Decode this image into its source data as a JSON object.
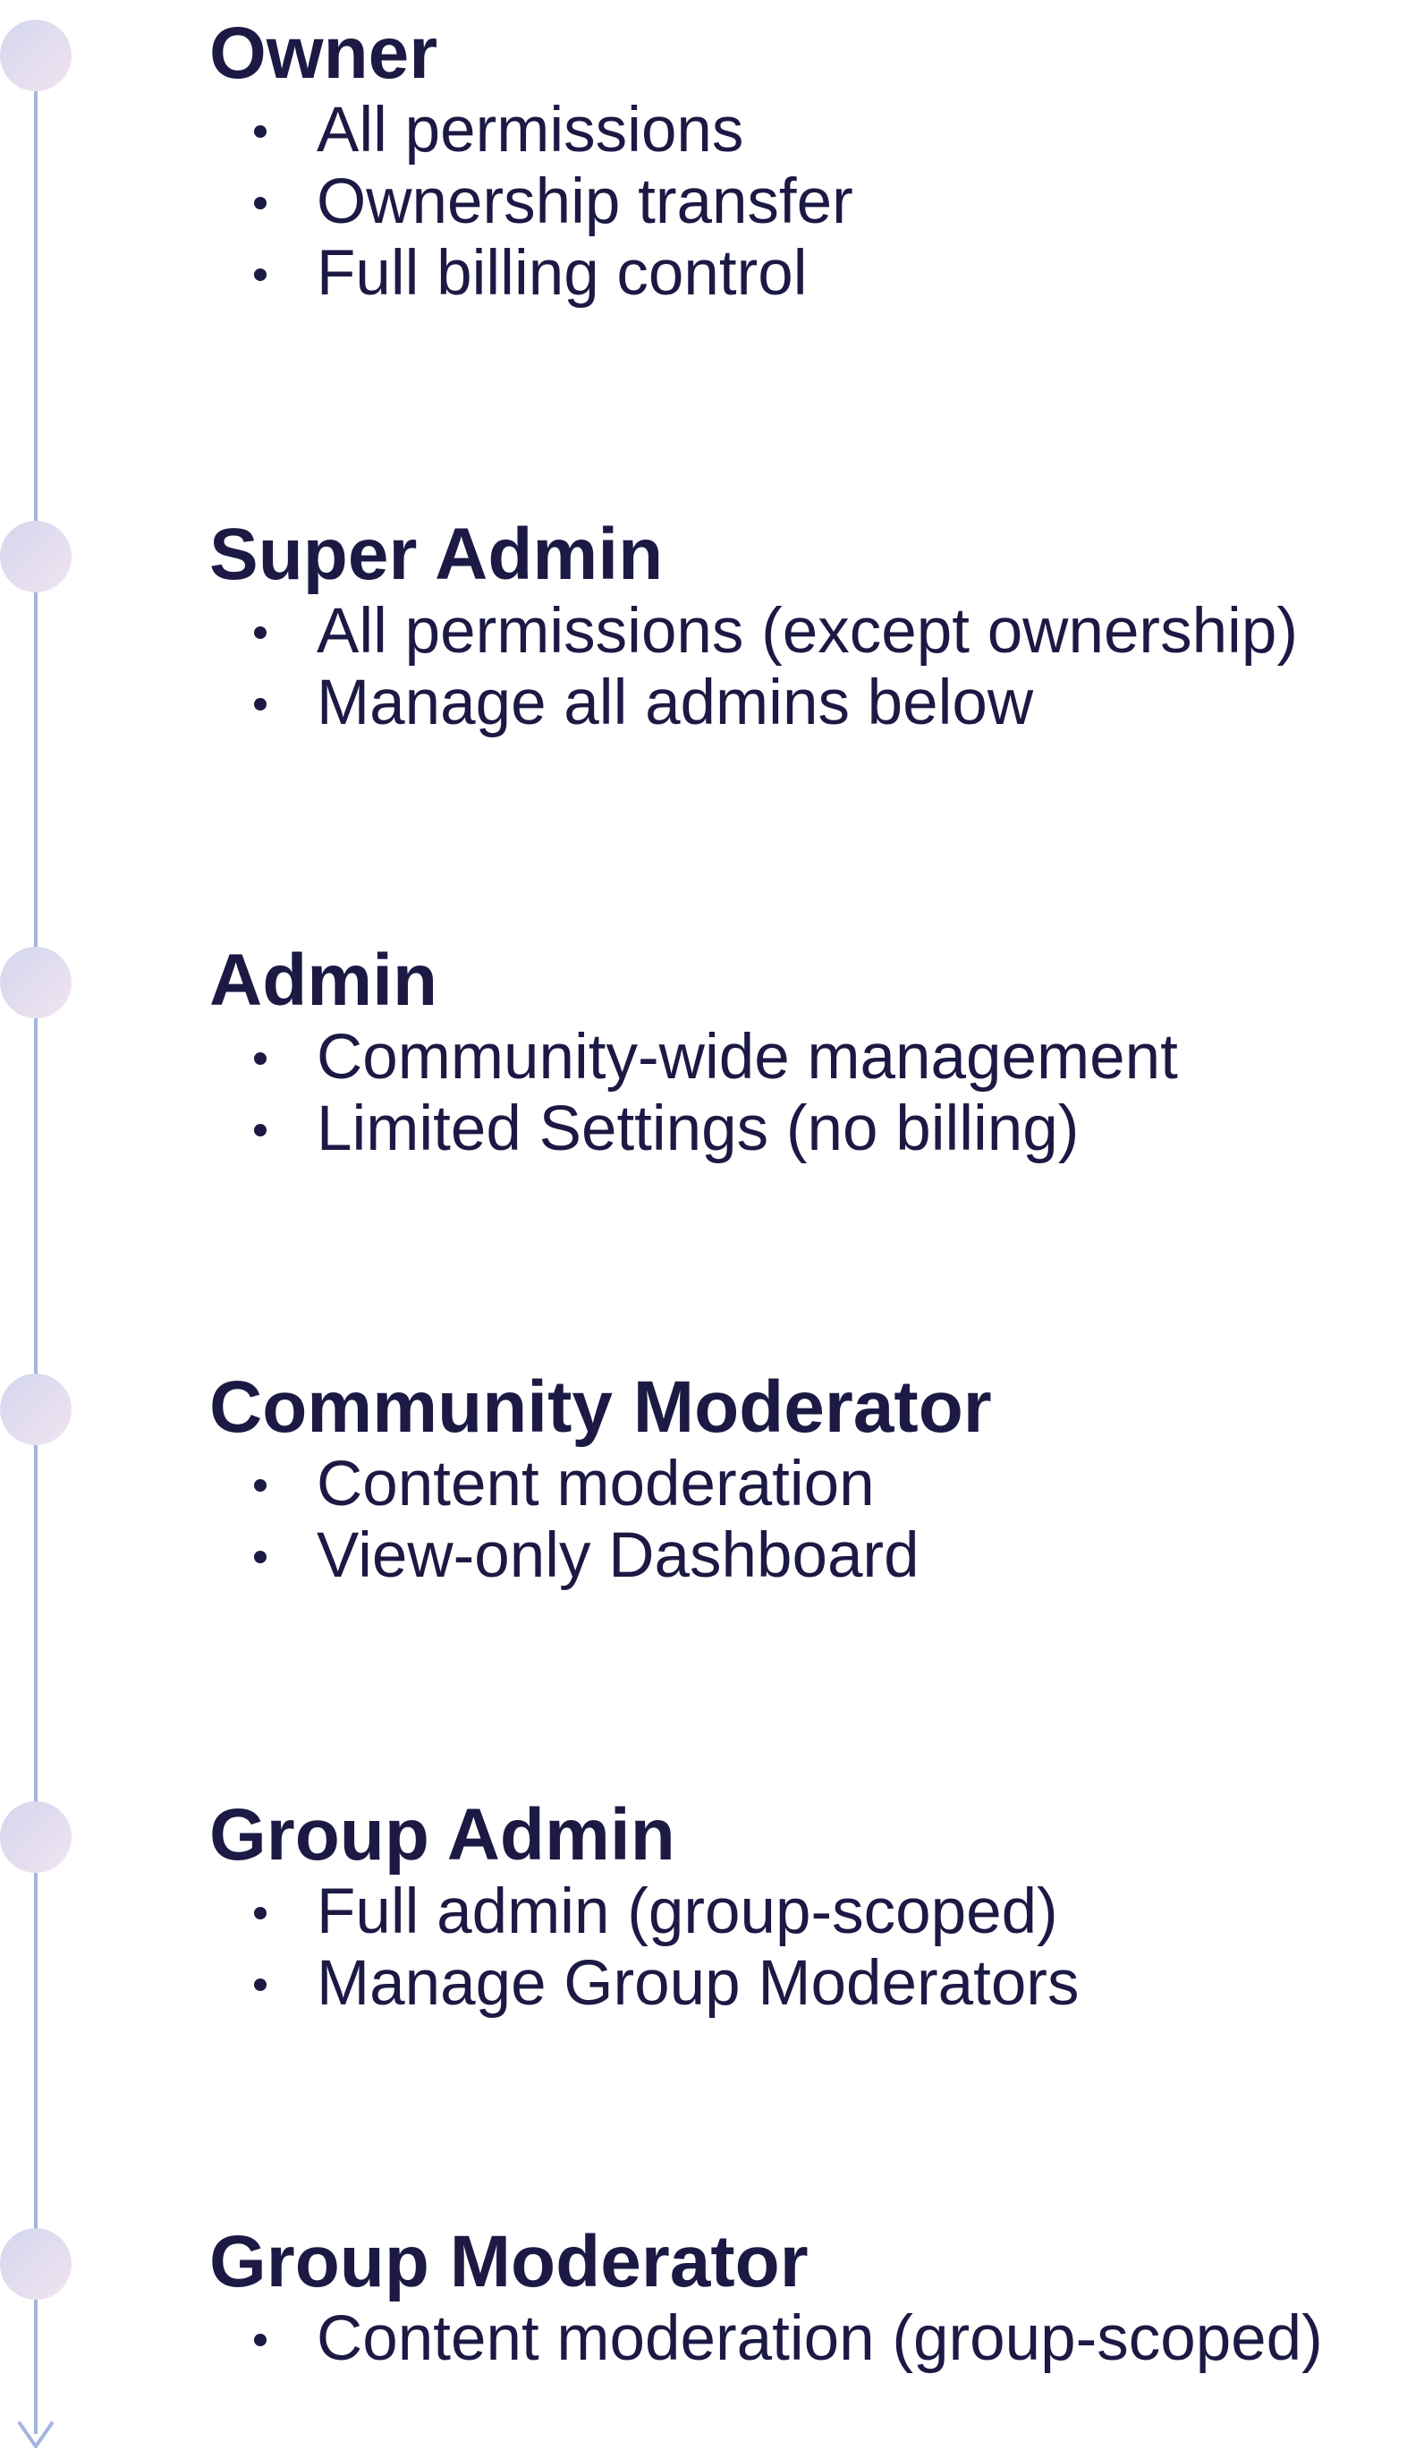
{
  "tiers": [
    {
      "title": "Owner",
      "items": [
        "All permissions",
        "Ownership transfer",
        "Full billing control"
      ]
    },
    {
      "title": "Super Admin",
      "items": [
        "All permissions (except ownership)",
        "Manage all admins below"
      ]
    },
    {
      "title": "Admin",
      "items": [
        "Community-wide management",
        "Limited Settings (no billing)"
      ]
    },
    {
      "title": "Community Moderator",
      "items": [
        "Content moderation",
        "View-only Dashboard"
      ]
    },
    {
      "title": "Group Admin",
      "items": [
        "Full admin (group-scoped)",
        "Manage Group Moderators"
      ]
    },
    {
      "title": "Group Moderator",
      "items": [
        "Content moderation (group-scoped)"
      ]
    }
  ],
  "colors": {
    "line": "#a3b5e0",
    "text": "#1c1a44",
    "node_start": "#d3d6ee",
    "node_end": "#f1e4f0"
  },
  "icons": {
    "end_marker": "arrow-down-icon",
    "node": "timeline-node-icon"
  }
}
